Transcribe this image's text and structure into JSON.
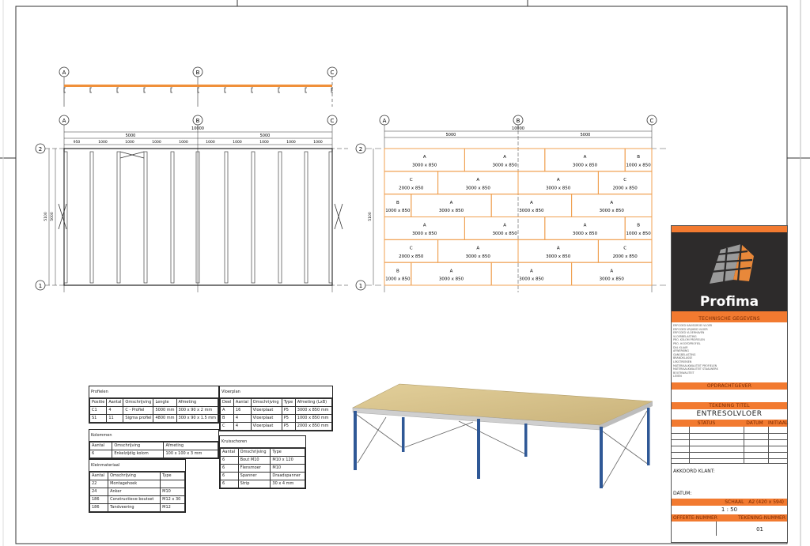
{
  "sheet": {
    "border_color": "#222222",
    "accent_color": "#f27a30"
  },
  "steel_elevation": {
    "grid_labels": [
      "A",
      "B",
      "C"
    ]
  },
  "steel_plan": {
    "grid_labels": [
      "A",
      "B",
      "C"
    ],
    "row_labels": [
      "2",
      "1"
    ],
    "overall_dim": "10000",
    "half_dims": [
      "5000",
      "5000"
    ],
    "bay_dims": [
      "950",
      "1000",
      "1000",
      "1000",
      "1000",
      "1000",
      "1000",
      "1000",
      "1000",
      "1000"
    ],
    "side_dims": [
      "5100",
      "5000"
    ]
  },
  "floor_plan": {
    "grid_labels": [
      "A",
      "B",
      "C"
    ],
    "row_labels": [
      "2",
      "1"
    ],
    "overall_dim": "10000",
    "half_dims": [
      "5000",
      "5000"
    ],
    "side_dim": "5100",
    "rows": [
      [
        {
          "t": "A",
          "s": "3000 x 850",
          "w": 3
        },
        {
          "t": "A",
          "s": "3000 x 850",
          "w": 3
        },
        {
          "t": "A",
          "s": "3000 x 850",
          "w": 3
        },
        {
          "t": "B",
          "s": "1000 x 850",
          "w": 1
        }
      ],
      [
        {
          "t": "C",
          "s": "2000 x 850",
          "w": 2
        },
        {
          "t": "A",
          "s": "3000 x 850",
          "w": 3
        },
        {
          "t": "A",
          "s": "3000 x 850",
          "w": 3
        },
        {
          "t": "C",
          "s": "2000 x 850",
          "w": 2
        }
      ],
      [
        {
          "t": "B",
          "s": "1000 x 850",
          "w": 1
        },
        {
          "t": "A",
          "s": "3000 x 850",
          "w": 3
        },
        {
          "t": "A",
          "s": "3000 x 850",
          "w": 3
        },
        {
          "t": "A",
          "s": "3000 x 850",
          "w": 3
        }
      ],
      [
        {
          "t": "A",
          "s": "3000 x 850",
          "w": 3
        },
        {
          "t": "A",
          "s": "3000 x 850",
          "w": 3
        },
        {
          "t": "A",
          "s": "3000 x 850",
          "w": 3
        },
        {
          "t": "B",
          "s": "1000 x 850",
          "w": 1
        }
      ],
      [
        {
          "t": "C",
          "s": "2000 x 850",
          "w": 2
        },
        {
          "t": "A",
          "s": "3000 x 850",
          "w": 3
        },
        {
          "t": "A",
          "s": "3000 x 850",
          "w": 3
        },
        {
          "t": "C",
          "s": "2000 x 850",
          "w": 2
        }
      ],
      [
        {
          "t": "B",
          "s": "1000 x 850",
          "w": 1
        },
        {
          "t": "A",
          "s": "3000 x 850",
          "w": 3
        },
        {
          "t": "A",
          "s": "3000 x 850",
          "w": 3
        },
        {
          "t": "A",
          "s": "3000 x 850",
          "w": 3
        }
      ]
    ]
  },
  "tables": {
    "profielen": {
      "title": "Profielen",
      "headers": [
        "Positie",
        "Aantal",
        "Omschrijving",
        "Lengte",
        "Afmeting"
      ],
      "rows": [
        [
          "C1",
          "4",
          "C - Profiel",
          "5000 mm",
          "300 x 90 x 2 mm"
        ],
        [
          "S1",
          "11",
          "Sigma profiel",
          "4800 mm",
          "300 x 90 x 1.5 mm"
        ]
      ]
    },
    "kolommen": {
      "title": "Kolommen",
      "headers": [
        "Aantal",
        "Omschrijving",
        "Afmeting"
      ],
      "rows": [
        [
          "6",
          "Enkelzijdig kolom",
          "100 x 100 x 3 mm"
        ]
      ]
    },
    "kleinmateriaal": {
      "title": "Kleinmateriaal",
      "headers": [
        "Aantal",
        "Omschrijving",
        "Type"
      ],
      "rows": [
        [
          "22",
          "Montagehoek",
          ""
        ],
        [
          "24",
          "Anker",
          "M10"
        ],
        [
          "186",
          "Constructieve boutset",
          "M12 x 30"
        ],
        [
          "186",
          "Tandveering",
          "M12"
        ]
      ]
    },
    "vloerplan": {
      "title": "Vloerplan",
      "headers": [
        "Deel",
        "Aantal",
        "Omschrijving",
        "Type",
        "Afmeting (LxB)"
      ],
      "rows": [
        [
          "A",
          "16",
          "Vloerplaat",
          "P5",
          "3000 x 850 mm"
        ],
        [
          "B",
          "4",
          "Vloerplaat",
          "P5",
          "1000 x 850 mm"
        ],
        [
          "C",
          "4",
          "Vloerplaat",
          "P5",
          "2000 x 850 mm"
        ]
      ]
    },
    "kruisschoren": {
      "title": "Kruisschoren",
      "headers": [
        "Aantal",
        "Omschrijving",
        "Type"
      ],
      "rows": [
        [
          "6",
          "Bout M10",
          "M10 x 120"
        ],
        [
          "6",
          "Flensmoer",
          "M10"
        ],
        [
          "6",
          "Spanner",
          "Draadspanner"
        ],
        [
          "6",
          "Strip",
          "30 x 4 mm"
        ]
      ]
    }
  },
  "title_block": {
    "brand": "Profima",
    "technical_header": "TECHNISCHE GEGEVENS",
    "technical_lines": [
      "ERFGOED KAVISGROEI VLOER",
      "ERFGOED VRIJHEID VLOER",
      "ERFGOED VLOERHAVEN",
      "VLOERBELASTING",
      "PRO. KOLOM PROFIELEN",
      "PRO. HOOFDPROFIEL",
      "DAL KLAAR",
      "AFWERKING",
      "GANGBELASTING",
      "BRANDKLASSE",
      "LEKSTREEKEN",
      "MATERIAALKWALITEIT PROFIELEN",
      "MATERIAALKWALITEIT STAALWERK",
      "BOUTKWALITEIT",
      "LEVEN"
    ],
    "client_header": "OPDRACHTGEVER",
    "drawing_title_label": "TEKENING TITEL",
    "drawing_title": "ENTRESOLVLOER",
    "status_headers": [
      "STATUS",
      "DATUM",
      "INITIAAL"
    ],
    "approval_label": "AKKOORD KLANT:",
    "date_label": "DATUM:",
    "scale_label": "SCHAAL",
    "paper_size": "A2 (420 x 594)",
    "scale_value": "1 : 50",
    "quote_number_label": "OFFERTE-NUMMER",
    "drawing_number_label": "TEKENING-NUMMER",
    "drawing_number": "01"
  }
}
